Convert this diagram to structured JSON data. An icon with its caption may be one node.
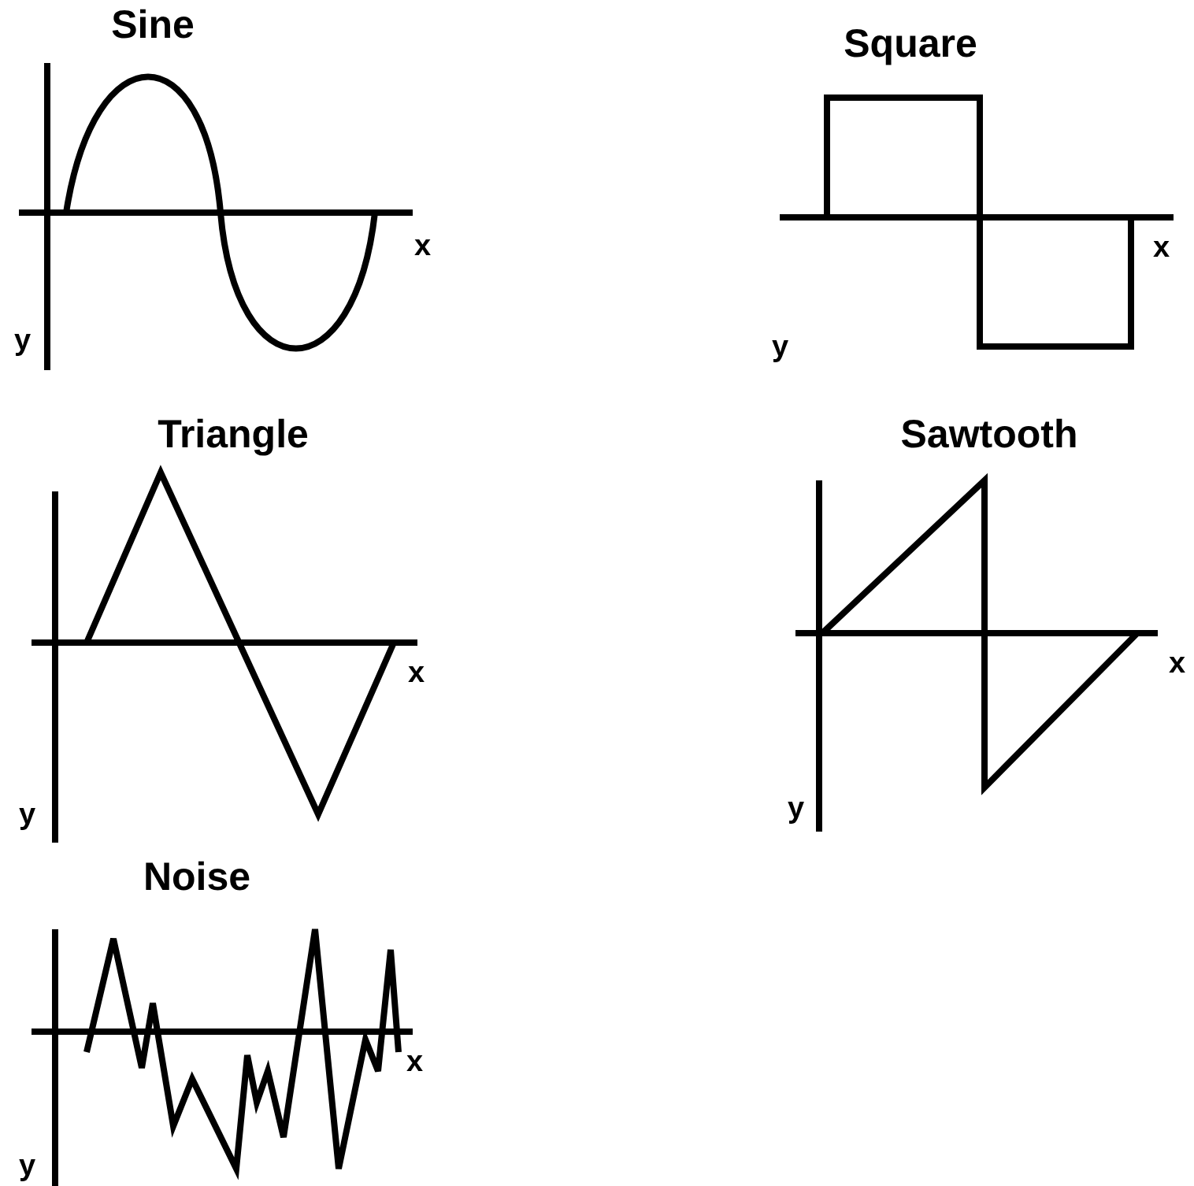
{
  "diagram": {
    "labels": [
      "Sine",
      "x",
      "y",
      "Square",
      "x",
      "y",
      "Triangle",
      "x",
      "y",
      "Sawtooth",
      "x",
      "y",
      "Noise",
      "x",
      "y"
    ]
  }
}
